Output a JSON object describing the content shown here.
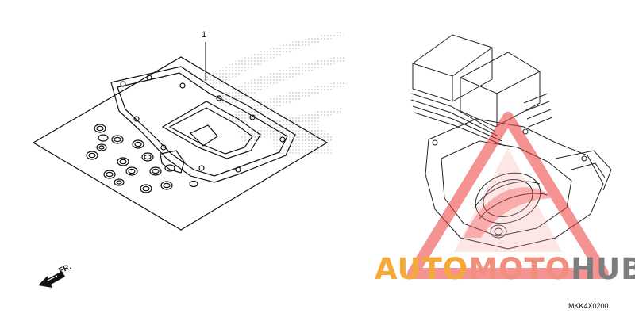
{
  "diagram": {
    "callout_number": "1",
    "front_marker": "FR.",
    "drawing_code": "MKK4X0200"
  },
  "watermark": {
    "part_auto": "AUTO",
    "part_moto": "MOTO",
    "part_hub": "HUB",
    "colors": {
      "auto": "#f4a938",
      "moto": "#f08f7d",
      "hub": "#7d7d7d",
      "triangle": "#ee3b3b"
    }
  },
  "icons": [
    "front-arrow-icon",
    "honda-wing-icon",
    "gasket-kit-illustration",
    "engine-illustration",
    "watermark-triangle-icon"
  ]
}
